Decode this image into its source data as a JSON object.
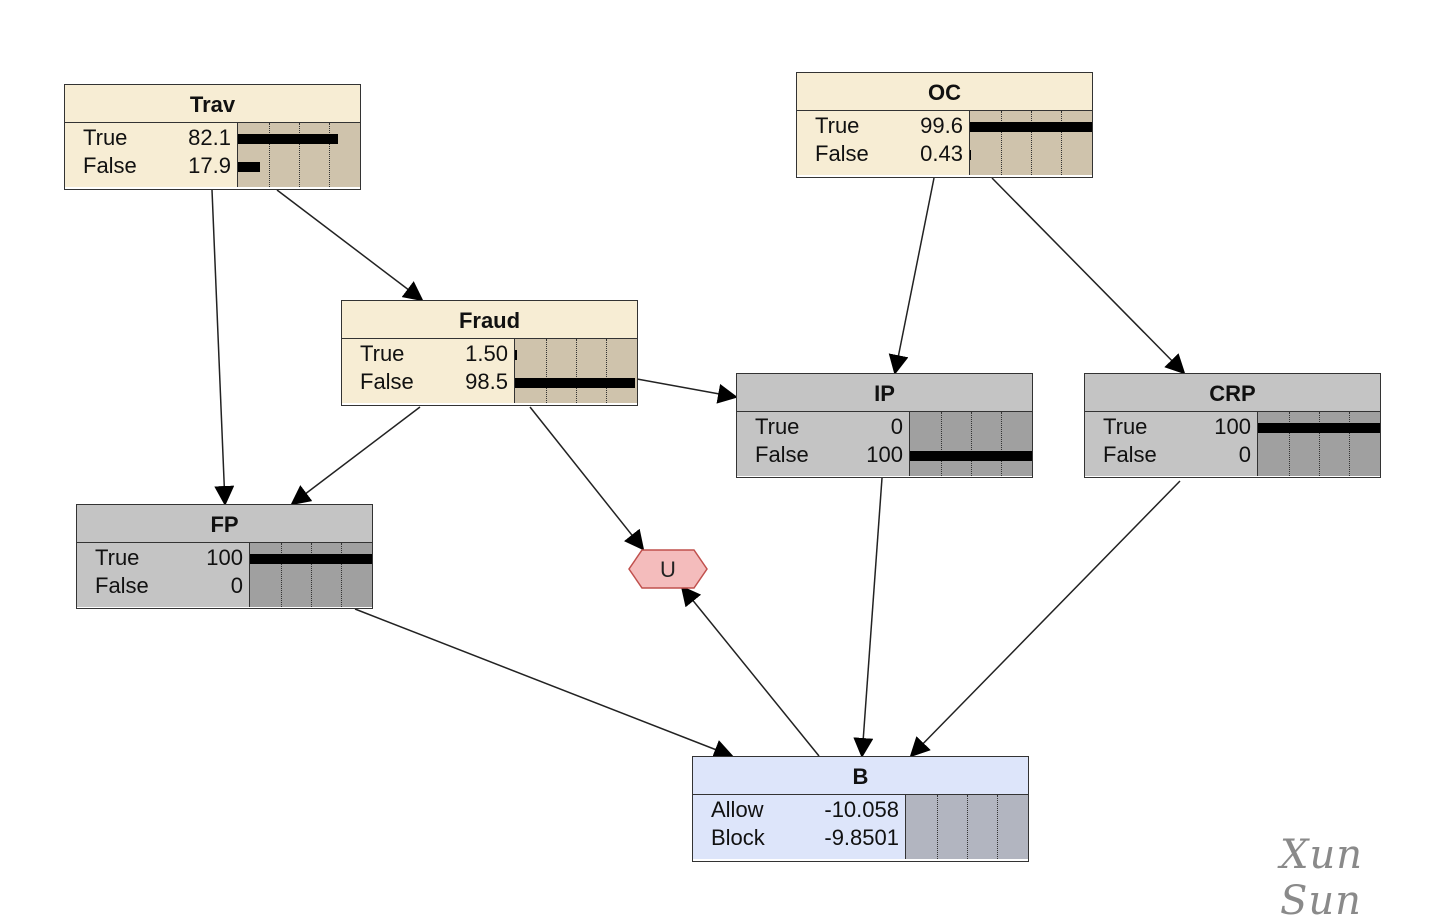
{
  "nodes": {
    "trav": {
      "title": "Trav",
      "states": [
        {
          "label": "True",
          "value": "82.1",
          "fill": 0.821
        },
        {
          "label": "False",
          "value": "17.9",
          "fill": 0.179
        }
      ]
    },
    "oc": {
      "title": "OC",
      "states": [
        {
          "label": "True",
          "value": "99.6",
          "fill": 0.996
        },
        {
          "label": "False",
          "value": "0.43",
          "fill": 0.0043
        }
      ]
    },
    "fraud": {
      "title": "Fraud",
      "states": [
        {
          "label": "True",
          "value": "1.50",
          "fill": 0.015
        },
        {
          "label": "False",
          "value": "98.5",
          "fill": 0.985
        }
      ]
    },
    "ip": {
      "title": "IP",
      "states": [
        {
          "label": "True",
          "value": "0",
          "fill": 0
        },
        {
          "label": "False",
          "value": "100",
          "fill": 1
        }
      ]
    },
    "crp": {
      "title": "CRP",
      "states": [
        {
          "label": "True",
          "value": "100",
          "fill": 1
        },
        {
          "label": "False",
          "value": "0",
          "fill": 0
        }
      ]
    },
    "fp": {
      "title": "FP",
      "states": [
        {
          "label": "True",
          "value": "100",
          "fill": 1
        },
        {
          "label": "False",
          "value": "0",
          "fill": 0
        }
      ]
    },
    "b": {
      "title": "B",
      "states": [
        {
          "label": "Allow",
          "value": "-10.058",
          "fill": 0
        },
        {
          "label": "Block",
          "value": "-9.8501",
          "fill": 0
        }
      ]
    }
  },
  "utility": {
    "label": "U"
  },
  "signature": "Xun Sun",
  "colors": {
    "chance": "#f7edd4",
    "evidence": "#c4c4c4",
    "decision": "#dde5fa",
    "utility": "#f4bcbc"
  }
}
